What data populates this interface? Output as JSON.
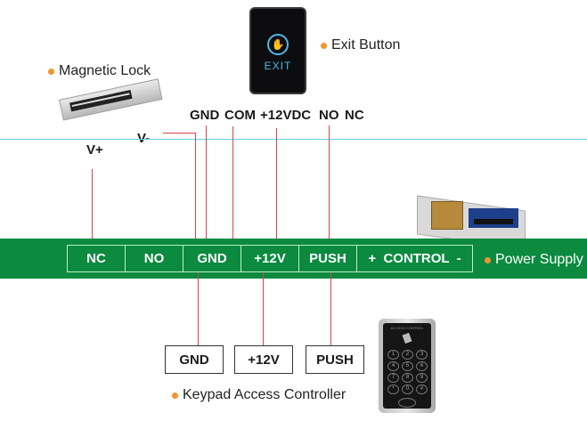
{
  "devices": {
    "magnetic_lock": {
      "label": "Magnetic Lock",
      "pins": [
        "V+",
        "V-"
      ]
    },
    "exit_button": {
      "label": "Exit Button",
      "face_text": "EXIT",
      "pins": [
        "GND",
        "COM",
        "+12VDC",
        "NO",
        "NC"
      ]
    },
    "power_supply": {
      "label": "Power Supply"
    },
    "keypad": {
      "label": "Keypad Access Controller",
      "brand_text": "ACCESS CONTROL",
      "keys": [
        "1",
        "2",
        "3",
        "4",
        "5",
        "6",
        "7",
        "8",
        "9",
        "*",
        "0",
        "#"
      ],
      "pins": [
        "GND",
        "+12V",
        "PUSH"
      ]
    }
  },
  "terminal_block": {
    "cells": [
      "NC",
      "NO",
      "GND",
      "+12V",
      "PUSH",
      "+  CONTROL  -"
    ]
  },
  "colors": {
    "band": "#0b8a40",
    "wire": "#d9434a",
    "bullet": "#f0962c",
    "guide_line": "#5fd3df"
  }
}
